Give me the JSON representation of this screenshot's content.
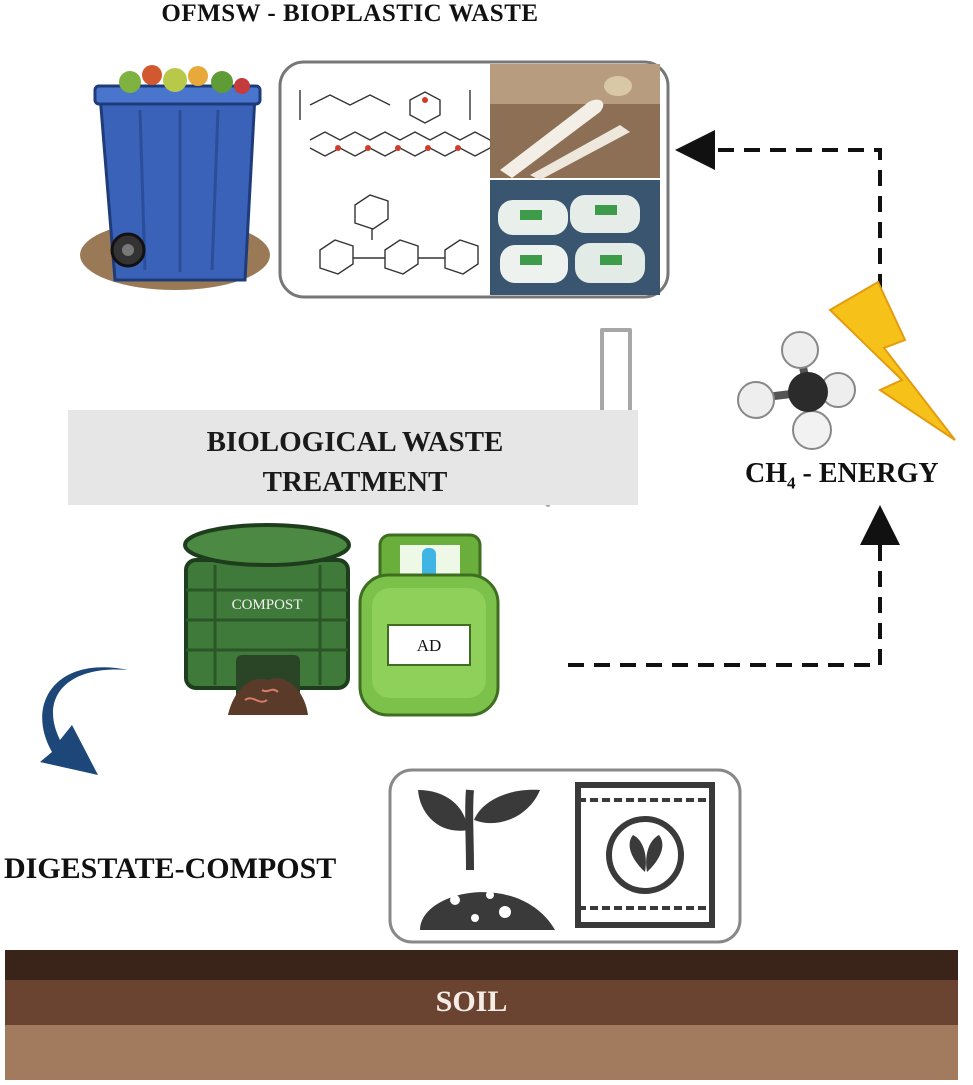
{
  "title": "OFMSW - BIOPLASTIC WASTE",
  "treatment": {
    "line1": "BIOLOGICAL WASTE",
    "line2": "TREATMENT"
  },
  "energy": {
    "formula": "CH",
    "subscript": "4",
    "suffix": " - ENERGY"
  },
  "compost_label": "COMPOST",
  "ad_label": "AD",
  "digestate_label": "DIGESTATE-COMPOST",
  "soil_label": "SOIL",
  "colors": {
    "bin_blue": "#3a62b8",
    "compost_green": "#3f7a3a",
    "ad_green": "#7cc24a",
    "arrow_navy": "#1c4778",
    "lightning": "#f6c21a",
    "soil_dark": "#3a2318",
    "soil_mid": "#6b4431",
    "soil_light": "#a27a5e"
  },
  "icons": [
    "waste-bin-icon",
    "molecule-icon",
    "cutlery-photo",
    "bags-photo",
    "lightning-icon",
    "methane-icon",
    "compost-bin-icon",
    "gas-cylinder-icon",
    "plant-icon",
    "fertilizer-bag-icon"
  ]
}
